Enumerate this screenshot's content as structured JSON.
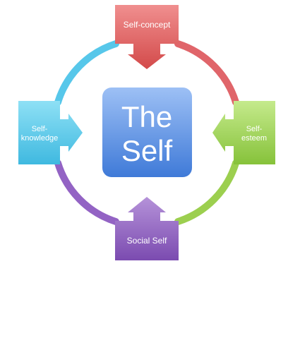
{
  "center": {
    "line1": "The",
    "line2": "Self",
    "color_top": "#9dc0f5",
    "color_bottom": "#3f7ad8"
  },
  "nodes": {
    "top": {
      "label": "Self-concept",
      "color_top": "#f08f8f",
      "color_bottom": "#d34a4a"
    },
    "right": {
      "line1": "Self-",
      "line2": "esteem",
      "color_top": "#c5ea8c",
      "color_bottom": "#86c23a"
    },
    "bottom": {
      "label": "Social Self",
      "color_top": "#b592d9",
      "color_bottom": "#7b4bb0"
    },
    "left": {
      "line1": "Self-",
      "line2": "knowledge",
      "color_top": "#8ee0f5",
      "color_bottom": "#3fb9e0"
    }
  },
  "ring_colors": {
    "top_right": "#e0656a",
    "bottom_right": "#9ccf4f",
    "bottom_left": "#9363c4",
    "top_left": "#57c7ea"
  }
}
